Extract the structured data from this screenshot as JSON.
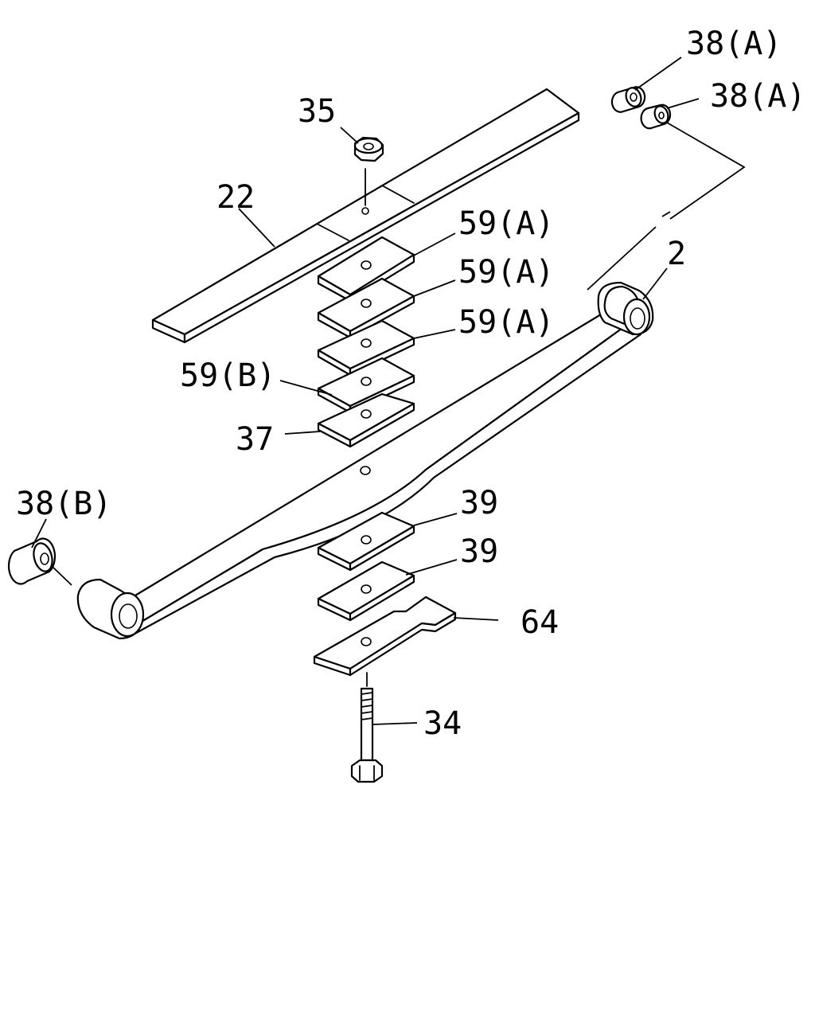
{
  "diagram": {
    "callouts": {
      "c_38a_1": "38(A)",
      "c_38a_2": "38(A)",
      "c_35": "35",
      "c_22": "22",
      "c_59a_1": "59(A)",
      "c_59a_2": "59(A)",
      "c_59a_3": "59(A)",
      "c_2": "2",
      "c_59b": "59(B)",
      "c_37": "37",
      "c_38b": "38(B)",
      "c_39_1": "39",
      "c_39_2": "39",
      "c_64": "64",
      "c_34": "34"
    }
  },
  "colors": {
    "line": "#000000",
    "background": "#ffffff"
  }
}
